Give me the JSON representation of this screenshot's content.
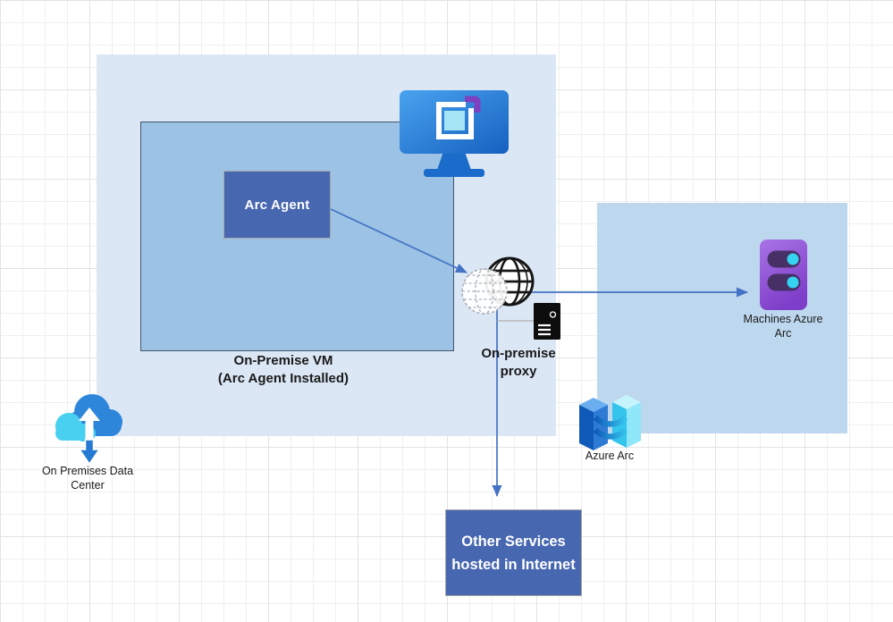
{
  "nodes": {
    "arc_agent": {
      "label": "Arc Agent"
    },
    "on_premise_vm": {
      "label_line1": "On-Premise VM",
      "label_line2": "(Arc Agent Installed)"
    },
    "on_premise_proxy": {
      "label_line1": "On-premise",
      "label_line2": "proxy"
    },
    "machines_azure_arc": {
      "label_line1": "Machines Azure",
      "label_line2": "Arc"
    },
    "azure_arc": {
      "label": "Azure Arc"
    },
    "on_premises_data_center": {
      "label_line1": "On Premises Data",
      "label_line2": "Center"
    },
    "other_services": {
      "label_line1": "Other Services",
      "label_line2": "hosted in Internet"
    }
  },
  "icons": {
    "virtual_machine": "azure-virtual-machine-monitor-icon",
    "internet_globe": "globe-icon",
    "offline_globe": "dashed-globe-icon",
    "proxy_server": "server-tower-icon",
    "machines": "azure-arc-machines-icon",
    "azure_arc": "azure-arc-bridge-icon",
    "cloud": "on-premises-cloud-sync-icon"
  },
  "colors": {
    "grid_line": "#efefef",
    "grid_line_major": "#e3e3e3",
    "onprem_region_fill": "#dbe7f5",
    "vm_fill": "#9cc3e5",
    "vm_border": "#44546a",
    "node_fill": "#4767b1",
    "node_border": "#a6a6a6",
    "node_text": "#ffffff",
    "azure_region_fill": "#bdd7ee",
    "arrow_blue": "#4472c4",
    "connector_gray": "#b0b0b0",
    "label_text": "#1a1a1a",
    "monitor_gradient_start": "#4aa3ef",
    "monitor_gradient_end": "#1560c0",
    "monitor_stand_blue": "#1a6bca",
    "monitor_accent_purple": "#7e3fc0",
    "monitor_screen_inner": "#a5e5f6",
    "machines_gradient_start": "#a873e6",
    "machines_gradient_end": "#7f3ec9",
    "machines_slot_fill": "#463066",
    "machines_dot_cyan": "#35d3f1",
    "arc_pillar_dark_blue": "#0f5ab8",
    "arc_pillar_mid_blue": "#2d7bd4",
    "arc_pillar_top_blue": "#6aaef0",
    "arc_pillar_cyan": "#35c4ec",
    "arc_pillar_light_cyan": "#8fe7fa",
    "arc_pillar_top_cyan": "#c6f4fd",
    "cloud_blue": "#2e86db",
    "cloud_arrow_blue": "#2479d2",
    "cloud_cyan": "#49d0f1",
    "globe_dark": "#151515",
    "globe_dashed": "#a8adb3",
    "server_black": "#0d0d0d"
  }
}
